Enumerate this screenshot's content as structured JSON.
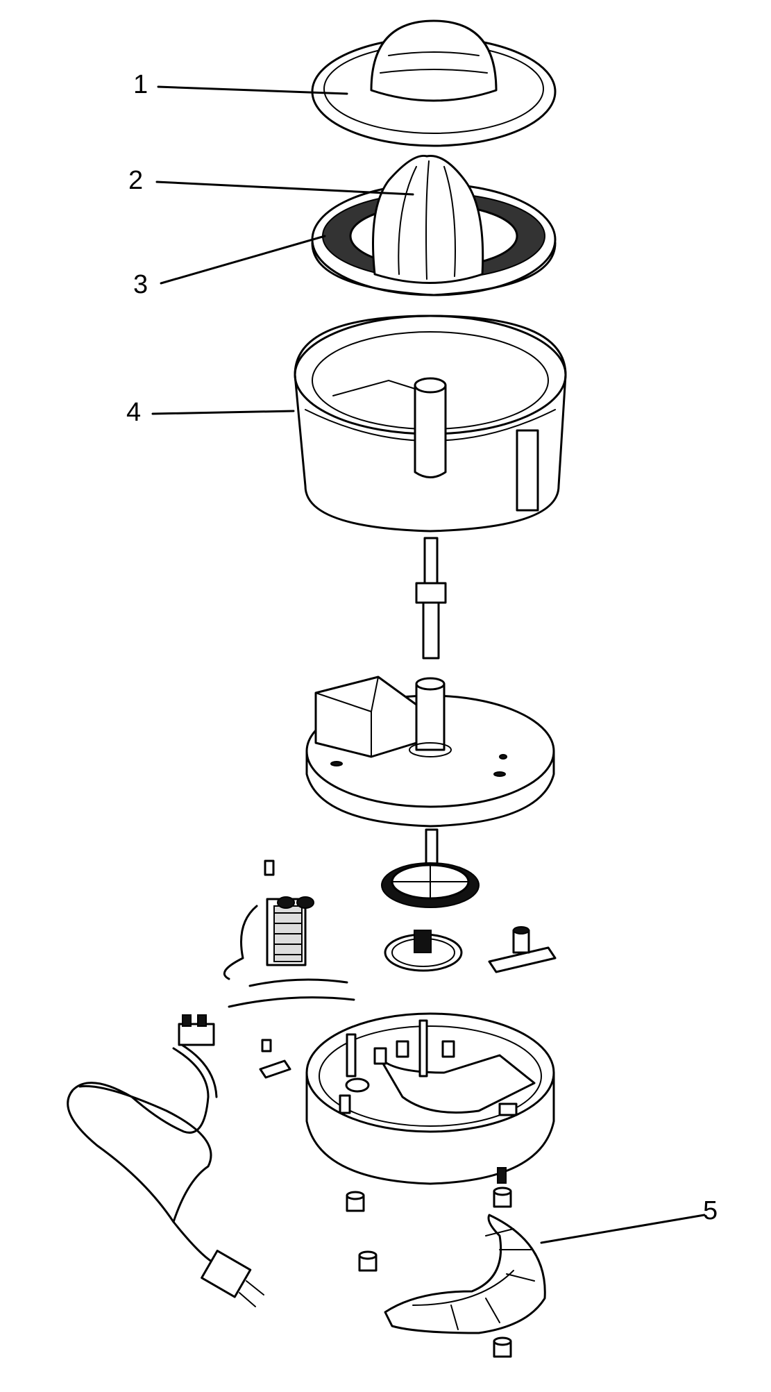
{
  "diagram": {
    "parts": [
      {
        "id": "1",
        "label": "1",
        "name": "press-dome-lid"
      },
      {
        "id": "2",
        "label": "2",
        "name": "juicing-cone"
      },
      {
        "id": "3",
        "label": "3",
        "name": "strainer-sieve"
      },
      {
        "id": "4",
        "label": "4",
        "name": "juice-container"
      },
      {
        "id": "5",
        "label": "5",
        "name": "bottom-cover-plate"
      }
    ]
  }
}
